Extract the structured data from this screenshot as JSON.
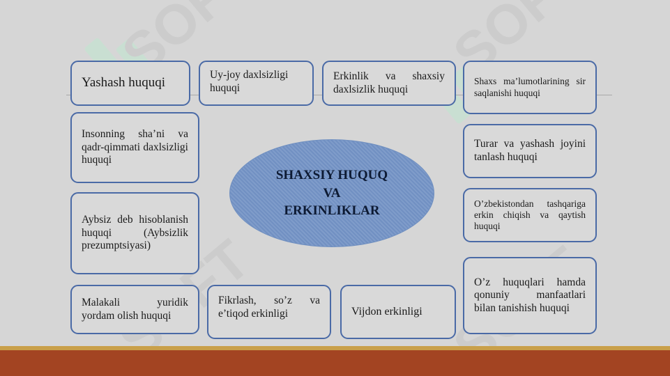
{
  "center": {
    "lines": [
      "SHAXSIY HUQUQ",
      "VA",
      "ERKINLIKLAR"
    ]
  },
  "boxes": {
    "yashash": "Yashash huquqi",
    "uy_joy": "Uy-joy daxlsizligi huquqi",
    "erkinlik": "Erkinlik va shaxsiy daxlsizlik huquqi",
    "shaxs": "Shaxs ma’lumotlarining sir saqlanishi huquqi",
    "insonning": "Insonning sha’ni va qadr-qimmati daxlsizligi huquqi",
    "turar": "Turar va yashash joyini tanlash huquqi",
    "aybsiz": "Aybsiz deb hisoblanish huquqi (Aybsizlik prezumptsiyasi)",
    "ozbekiston": "O’zbekistondan tashqariga erkin chiqish va qaytish huquqi",
    "malakali": "Malakali yuridik yordam olish huquqi",
    "fikrlash": "Fikrlash, so’z va e’tiqod erkinligi",
    "vijdon": "Vijdon erkinligi",
    "oz_huquqlari": "O’z huquqlari hamda qonuniy manfaatlari bilan tanishish huquqi"
  },
  "watermark": {
    "text": "SOFT",
    "icon": "logo-mark-icon",
    "color": "#c8ecd8"
  },
  "colors": {
    "background": "#d6d6d6",
    "box_border": "#4a6aa6",
    "ellipse_fill": "#7f9cca",
    "footer_band": "#a34422",
    "footer_gold": "#c9a04a"
  }
}
